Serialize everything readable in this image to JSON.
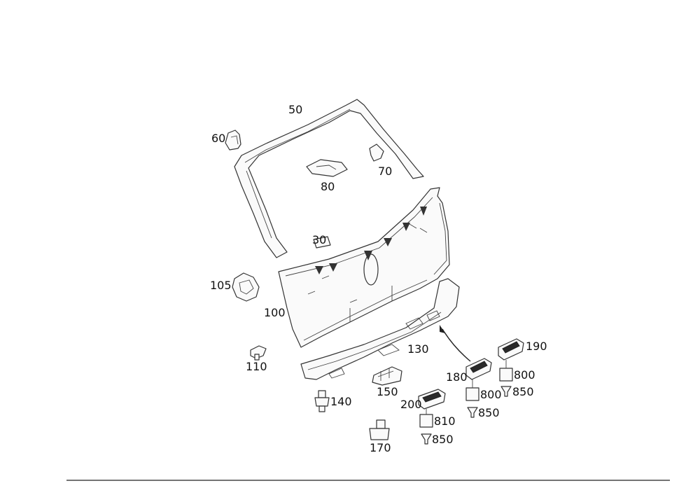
{
  "callouts": {
    "p50": "50",
    "p60": "60",
    "p70": "70",
    "p80": "80",
    "p30": "30",
    "p105": "105",
    "p100": "100",
    "p110": "110",
    "p130": "130",
    "p140": "140",
    "p150": "150",
    "p170": "170",
    "p180": "180",
    "p190": "190",
    "p200": "200",
    "p800a": "800",
    "p800b": "800",
    "p810": "810",
    "p850a": "850",
    "p850b": "850",
    "p850c": "850"
  }
}
